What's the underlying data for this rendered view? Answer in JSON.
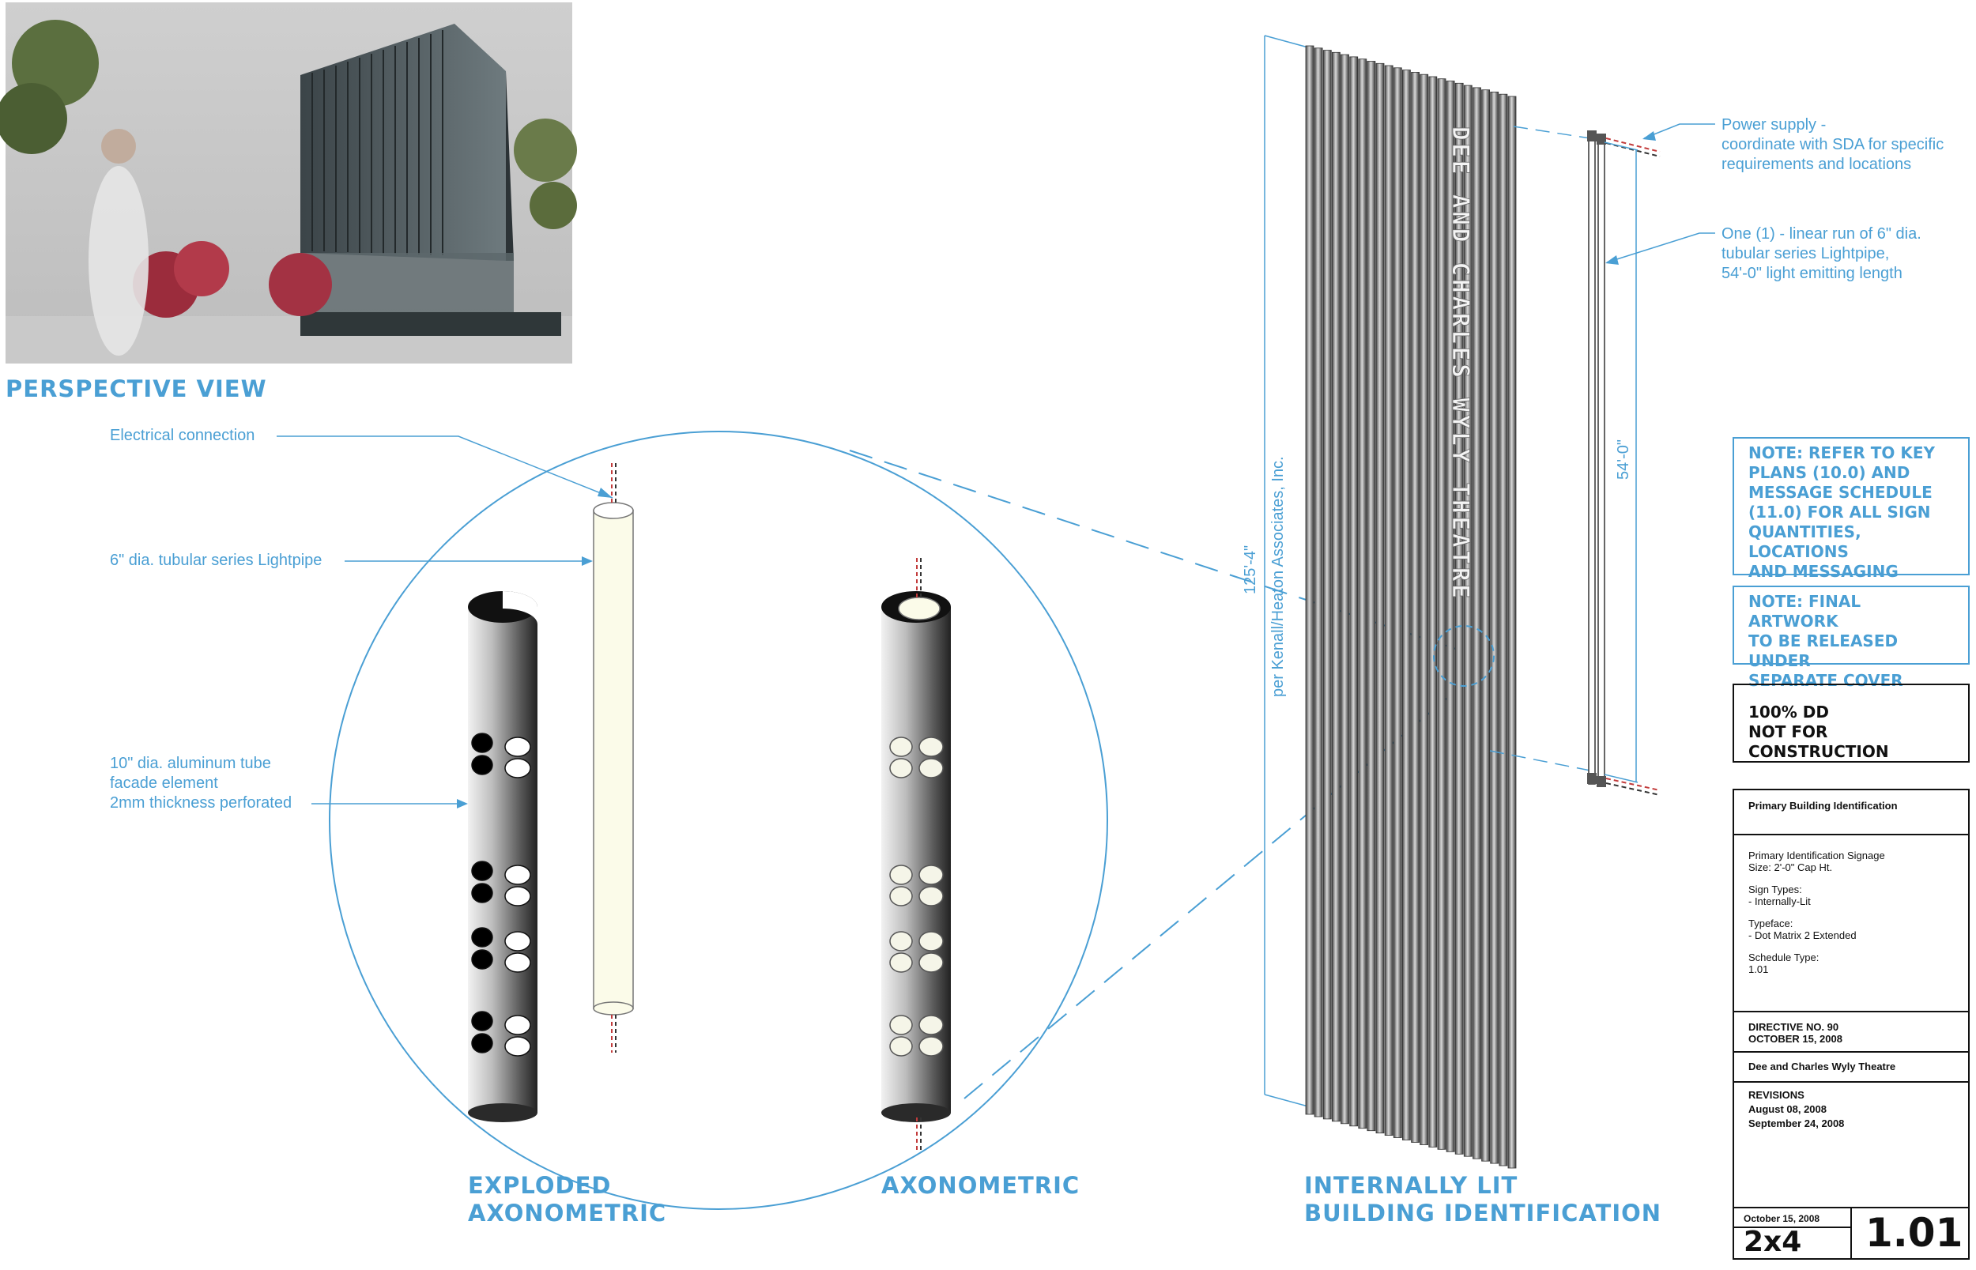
{
  "headings": {
    "perspective_view": "PERSPECTIVE VIEW",
    "exploded_1": "EXPLODED",
    "exploded_2": "AXONOMETRIC",
    "axonometric": "AXONOMETRIC",
    "internally_lit_1": "INTERNALLY LIT",
    "internally_lit_2": "BUILDING IDENTIFICATION"
  },
  "callouts": {
    "electrical": "Electrical connection",
    "lightpipe": "6\" dia. tubular series Lightpipe",
    "tube_1": "10\" dia. aluminum tube",
    "tube_2": "facade element",
    "tube_3": "2mm thickness perforated",
    "power_1": "Power supply -",
    "power_2": "coordinate with SDA for specific",
    "power_3": "requirements and locations",
    "run_1": "One (1) - linear run of 6\" dia.",
    "run_2": "tubular series Lightpipe,",
    "run_3": "54'-0\" light emitting length"
  },
  "dimensions": {
    "height": "125'-4\"",
    "height_note": "per Kenall/Heaton Associates, Inc.",
    "length": "54'-0\""
  },
  "facade_text": "DEE AND CHARLES WYLY THEATRE",
  "notes": {
    "note1": [
      "NOTE: REFER TO KEY",
      "PLANS (10.0) AND",
      "MESSAGE SCHEDULE",
      "(11.0) FOR ALL SIGN",
      "QUANTITIES, LOCATIONS",
      "AND MESSAGING"
    ],
    "note2": [
      "NOTE: FINAL ARTWORK",
      "TO BE RELEASED UNDER",
      "SEPARATE COVER"
    ]
  },
  "title_block": {
    "status_1": "100% DD",
    "status_2": "NOT FOR CONSTRUCTION",
    "sheet_title": "Primary Building Identification",
    "spec": {
      "line1": "Primary Identification Signage",
      "line2": "Size: 2'-0\" Cap Ht.",
      "sign_types_label": "Sign Types:",
      "sign_types_value": "- Internally-Lit",
      "typeface_label": "Typeface:",
      "typeface_value": "- Dot Matrix 2 Extended",
      "schedule_label": "Schedule Type:",
      "schedule_value": "1.01"
    },
    "directive": "DIRECTIVE NO. 90",
    "directive_date": "OCTOBER 15, 2008",
    "project": "Dee and Charles Wyly Theatre",
    "revisions_label": "REVISIONS",
    "revisions": [
      "August 08, 2008",
      "September 24, 2008"
    ],
    "date": "October 15, 2008",
    "firm": "2x4",
    "sheet_number": "1.01"
  },
  "colors": {
    "accent": "#4a9fd4",
    "ink": "#111111"
  }
}
